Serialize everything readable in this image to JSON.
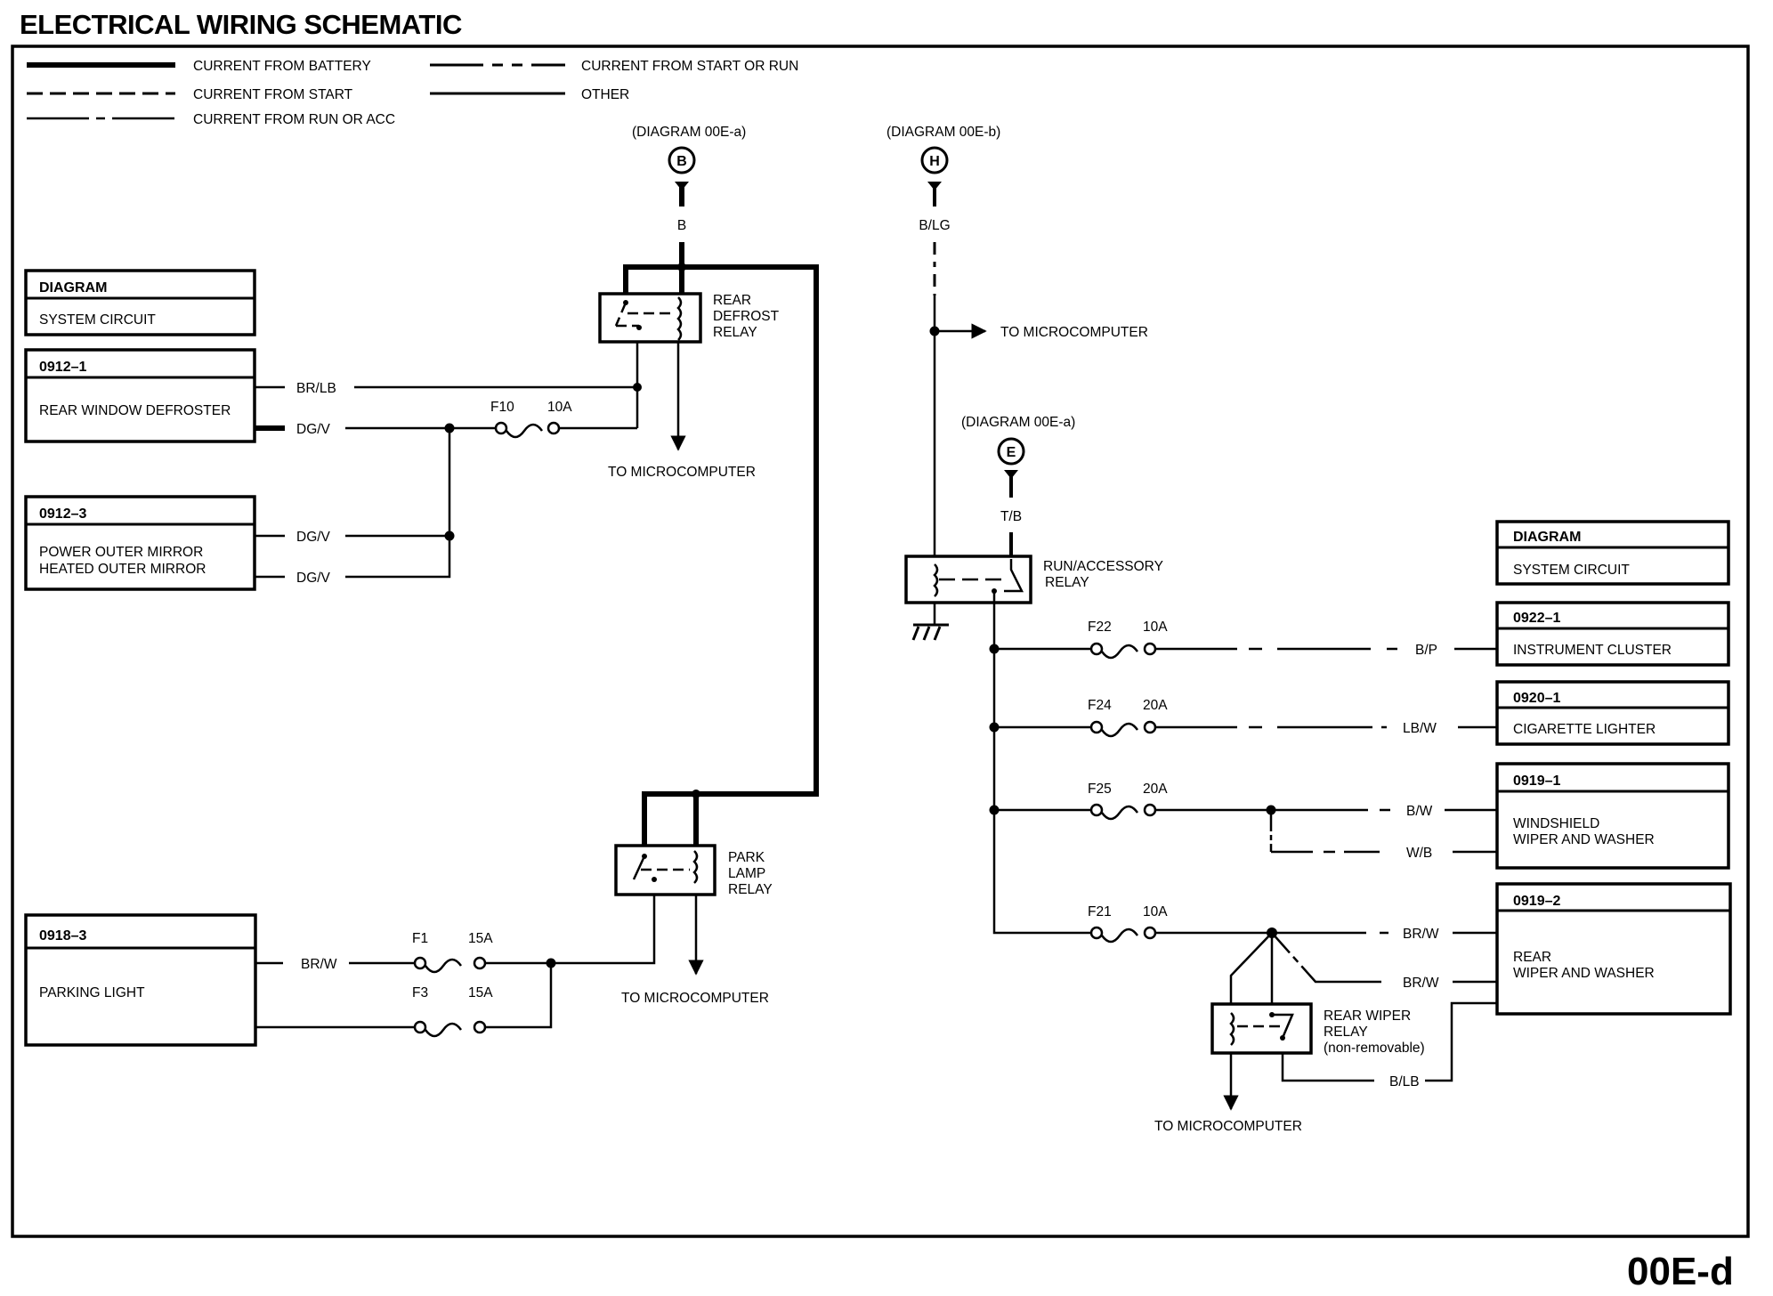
{
  "header": {
    "title": "ELECTRICAL WIRING SCHEMATIC",
    "page_id": "00E-d"
  },
  "legend": [
    {
      "style": "battery",
      "label": "CURRENT FROM BATTERY"
    },
    {
      "style": "start",
      "label": "CURRENT FROM START"
    },
    {
      "style": "run_acc",
      "label": "CURRENT FROM RUN OR ACC"
    },
    {
      "style": "start_run",
      "label": "CURRENT FROM START OR RUN"
    },
    {
      "style": "other",
      "label": "OTHER"
    }
  ],
  "connectors": [
    {
      "id": "B",
      "ref": "(DIAGRAM  00E-a)",
      "wire": "B"
    },
    {
      "id": "H",
      "ref": "(DIAGRAM  00E-b)",
      "wire": "B/LG"
    },
    {
      "id": "E",
      "ref": "(DIAGRAM  00E-a)",
      "wire": "T/B"
    }
  ],
  "relays": {
    "rear_defrost": [
      "REAR",
      "DEFROST",
      "RELAY"
    ],
    "park_lamp": [
      "PARK",
      "LAMP",
      "RELAY"
    ],
    "run_accessory": [
      "RUN/ACCESSORY",
      "RELAY"
    ],
    "rear_wiper": [
      "REAR WIPER",
      "RELAY",
      "(non-removable)"
    ]
  },
  "to_micro": "TO MICROCOMPUTER",
  "left_header_box": {
    "title": "DIAGRAM",
    "subtitle": "SYSTEM CIRCUIT"
  },
  "right_header_box": {
    "title": "DIAGRAM",
    "subtitle": "SYSTEM CIRCUIT"
  },
  "left_circuits": [
    {
      "code": "0912–1",
      "name": [
        "REAR WINDOW DEFROSTER"
      ],
      "wires": [
        "BR/LB",
        "DG/V"
      ]
    },
    {
      "code": "0912–3",
      "name": [
        "POWER OUTER MIRROR",
        "HEATED OUTER MIRROR"
      ],
      "wires": [
        "DG/V",
        "DG/V"
      ]
    },
    {
      "code": "0918–3",
      "name": [
        "PARKING LIGHT"
      ],
      "wires": [
        "BR/W"
      ]
    }
  ],
  "right_circuits": [
    {
      "code": "0922–1",
      "name": [
        "INSTRUMENT CLUSTER"
      ],
      "wires": [
        "B/P"
      ]
    },
    {
      "code": "0920–1",
      "name": [
        "CIGARETTE LIGHTER"
      ],
      "wires": [
        "LB/W"
      ]
    },
    {
      "code": "0919–1",
      "name": [
        "WINDSHIELD",
        "WIPER AND WASHER"
      ],
      "wires": [
        "B/W",
        "W/B"
      ]
    },
    {
      "code": "0919–2",
      "name": [
        "REAR",
        "WIPER AND WASHER"
      ],
      "wires": [
        "BR/W",
        "BR/W",
        "B/LB"
      ]
    }
  ],
  "fuses": [
    {
      "id": "F10",
      "rating": "10A"
    },
    {
      "id": "F1",
      "rating": "15A"
    },
    {
      "id": "F3",
      "rating": "15A"
    },
    {
      "id": "F22",
      "rating": "10A"
    },
    {
      "id": "F24",
      "rating": "20A"
    },
    {
      "id": "F25",
      "rating": "20A"
    },
    {
      "id": "F21",
      "rating": "10A"
    }
  ]
}
